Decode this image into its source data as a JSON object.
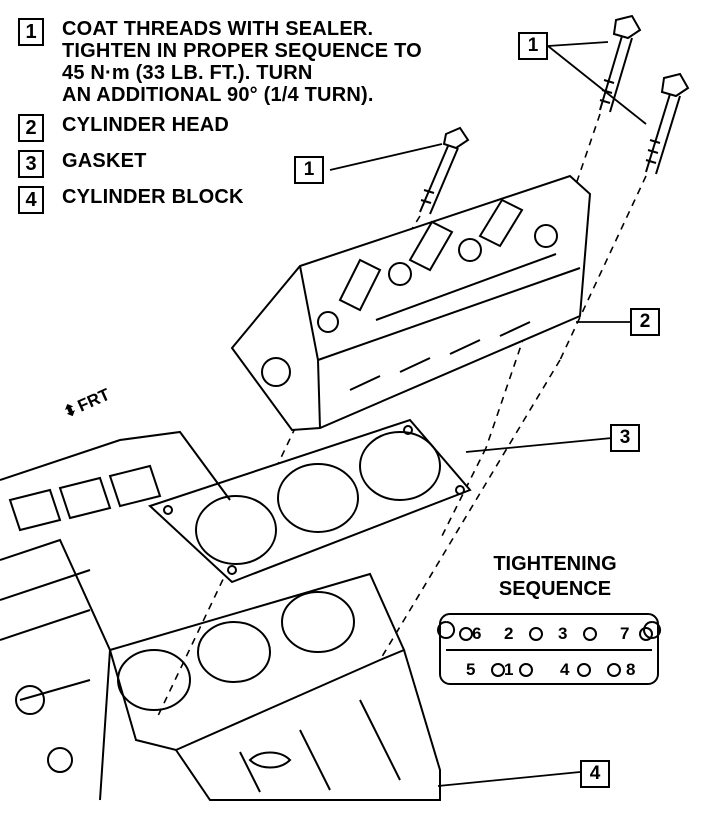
{
  "legend": [
    {
      "number": "1",
      "lines": [
        "COAT THREADS WITH SEALER.",
        "TIGHTEN IN PROPER SEQUENCE TO",
        "45 N·m (33 LB. FT.). TURN",
        "AN ADDITIONAL 90° (1/4 TURN)."
      ]
    },
    {
      "number": "2",
      "lines": [
        "CYLINDER HEAD"
      ]
    },
    {
      "number": "3",
      "lines": [
        "GASKET"
      ]
    },
    {
      "number": "4",
      "lines": [
        "CYLINDER BLOCK"
      ]
    }
  ],
  "callouts": {
    "bolt_right": "1",
    "bolt_left": "1",
    "head": "2",
    "gasket": "3",
    "block": "4"
  },
  "frt_label": "FRT",
  "tightening": {
    "title_line1": "TIGHTENING",
    "title_line2": "SEQUENCE",
    "top_row": [
      "6",
      "2",
      "3",
      "7"
    ],
    "bottom_row": [
      "5",
      "1",
      "4",
      "8"
    ]
  },
  "colors": {
    "ink": "#000000",
    "paper": "#ffffff"
  }
}
